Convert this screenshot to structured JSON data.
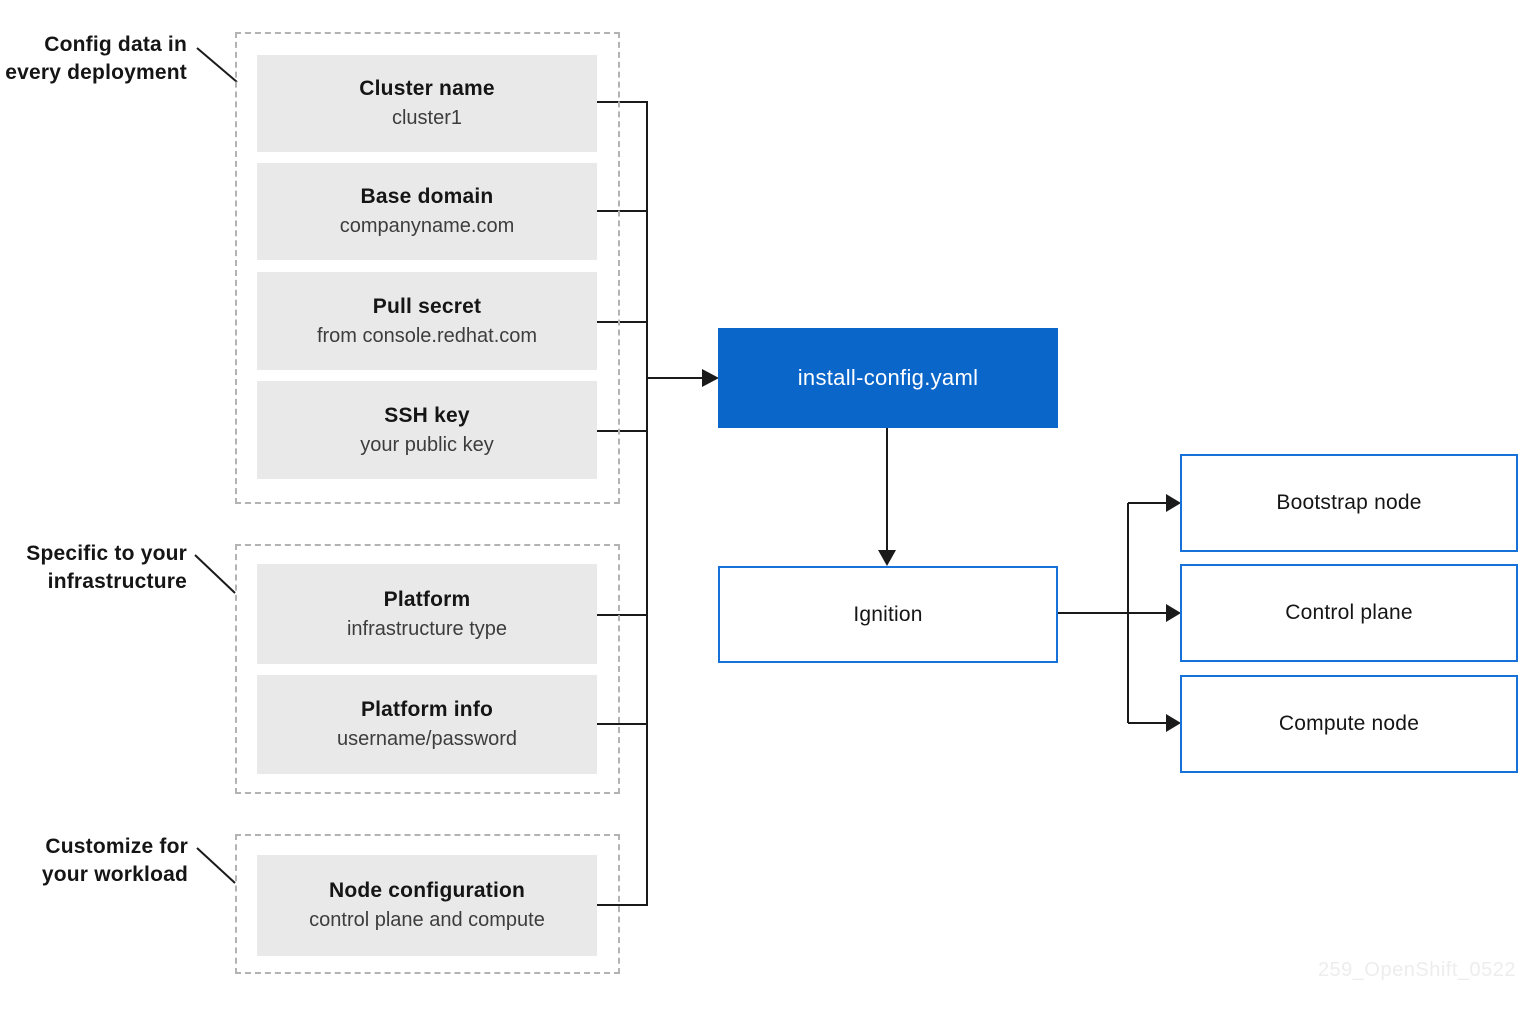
{
  "diagram": {
    "groups": [
      {
        "label": [
          "Config data in",
          "every deployment"
        ],
        "boxes": [
          {
            "title": "Cluster name",
            "subtitle": "cluster1"
          },
          {
            "title": "Base domain",
            "subtitle": "companyname.com"
          },
          {
            "title": "Pull secret",
            "subtitle": "from console.redhat.com"
          },
          {
            "title": "SSH key",
            "subtitle": "your public key"
          }
        ]
      },
      {
        "label": [
          "Specific to your",
          "infrastructure"
        ],
        "boxes": [
          {
            "title": "Platform",
            "subtitle": "infrastructure type"
          },
          {
            "title": "Platform info",
            "subtitle": "username/password"
          }
        ]
      },
      {
        "label": [
          "Customize for",
          "your workload"
        ],
        "boxes": [
          {
            "title": "Node configuration",
            "subtitle": "control plane and compute"
          }
        ]
      }
    ],
    "center": {
      "install_config": "install-config.yaml",
      "ignition": "Ignition"
    },
    "outputs": [
      {
        "label": "Bootstrap node"
      },
      {
        "label": "Control plane"
      },
      {
        "label": "Compute node"
      }
    ],
    "watermark": "259_OpenShift_0522"
  },
  "colors": {
    "background": "#ffffff",
    "install_config_fill": "#0b66c9",
    "outline_box_border": "#1672d8",
    "input_box_fill": "#e9e9e9",
    "group_dashed_border": "#b3b3b3",
    "connector_line": "#1a1a1a",
    "watermark_text": "#ededed"
  }
}
